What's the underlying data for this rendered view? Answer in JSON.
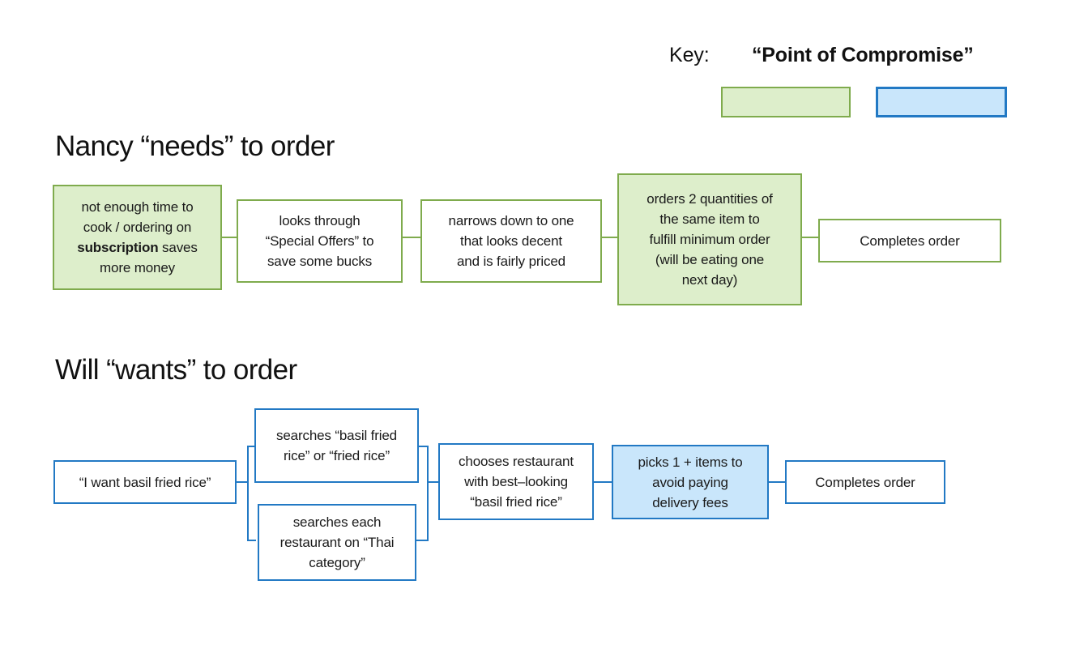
{
  "key": {
    "label": "Key:",
    "title": "“Point of Compromise”",
    "swatches": [
      {
        "name": "green-swatch",
        "fill": "#DDEECB",
        "border": "#7FAB4D"
      },
      {
        "name": "blue-swatch",
        "fill": "#C9E6FB",
        "border": "#2279C4"
      }
    ]
  },
  "flows": [
    {
      "title": "Nancy “needs” to order",
      "accent": "#7FAB4D",
      "highlight_fill": "#DDEECB",
      "nodes": [
        {
          "id": "n1",
          "text": "not enough time to\ncook / ordering on\n",
          "bold": "subscription",
          "text_after": " saves\nmore money",
          "highlighted": true
        },
        {
          "id": "n2",
          "text": "looks through\n“Special Offers” to\nsave some bucks",
          "highlighted": false
        },
        {
          "id": "n3",
          "text": "narrows down to one\nthat looks decent\nand is fairly priced",
          "highlighted": false
        },
        {
          "id": "n4",
          "text": "orders 2 quantities of\nthe same item to\nfulfill minimum order\n(will be eating one\nnext day)",
          "highlighted": true
        },
        {
          "id": "n5",
          "text": "Completes order",
          "highlighted": false
        }
      ]
    },
    {
      "title": "Will “wants” to order",
      "accent": "#2279C4",
      "highlight_fill": "#C9E6FB",
      "nodes": [
        {
          "id": "w1",
          "text": "“I want basil fried rice”",
          "highlighted": false
        },
        {
          "id": "w2a",
          "text": "searches “basil fried\nrice” or “fried rice”",
          "highlighted": false
        },
        {
          "id": "w2b",
          "text": "searches each\nrestaurant on “Thai\ncategory”",
          "highlighted": false
        },
        {
          "id": "w3",
          "text": "chooses restaurant\nwith best–looking\n“basil fried rice”",
          "highlighted": false
        },
        {
          "id": "w4",
          "text": "picks 1 + items to\navoid paying\ndelivery fees",
          "highlighted": true
        },
        {
          "id": "w5",
          "text": "Completes order",
          "highlighted": false
        }
      ]
    }
  ]
}
